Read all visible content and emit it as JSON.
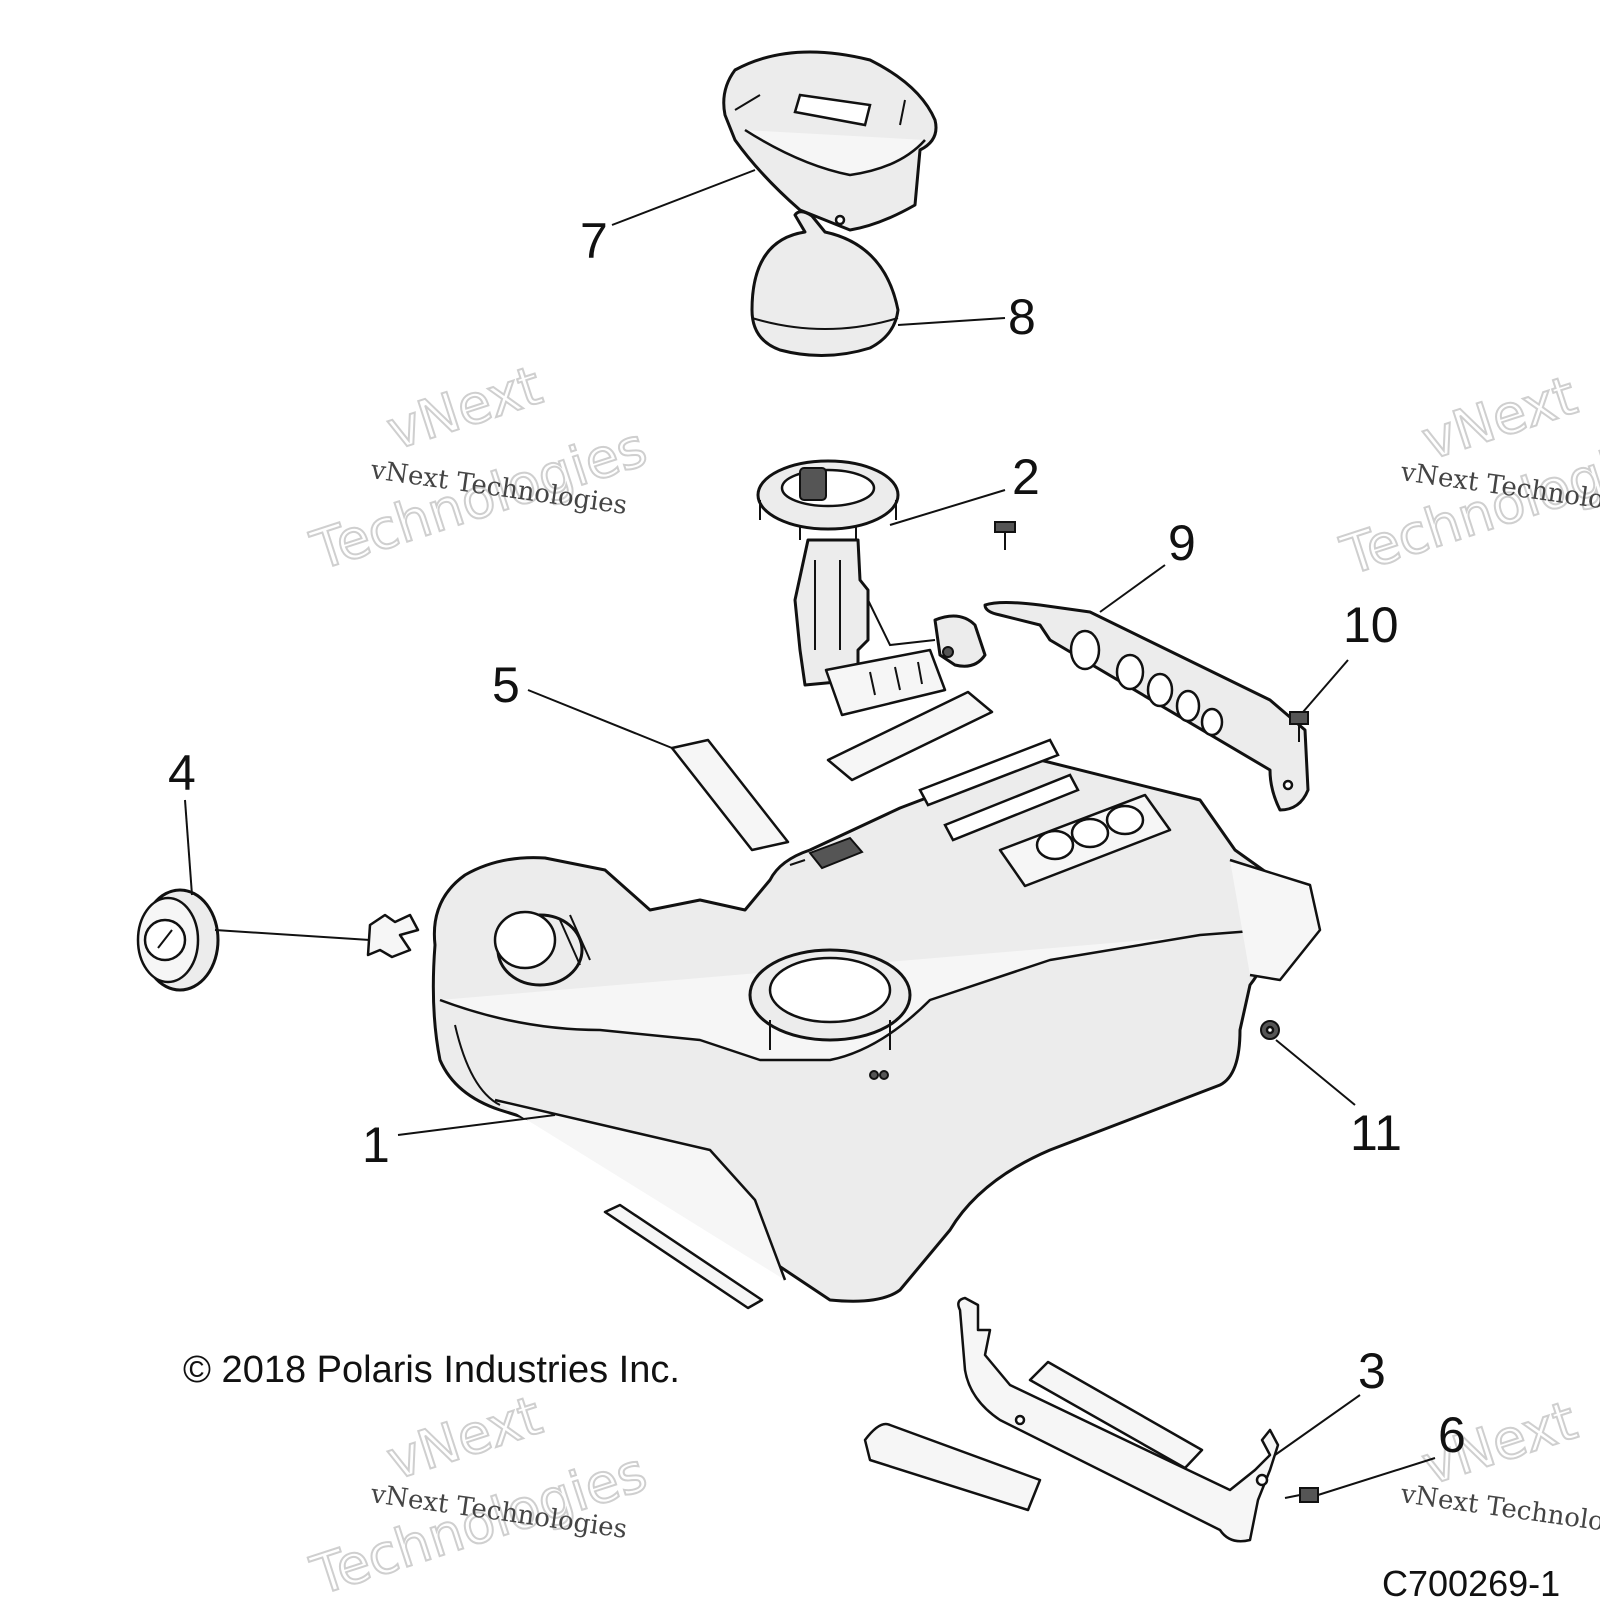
{
  "diagram": {
    "callouts": [
      {
        "id": "1",
        "label": "1"
      },
      {
        "id": "2",
        "label": "2"
      },
      {
        "id": "3",
        "label": "3"
      },
      {
        "id": "4",
        "label": "4"
      },
      {
        "id": "5",
        "label": "5"
      },
      {
        "id": "6",
        "label": "6"
      },
      {
        "id": "7",
        "label": "7"
      },
      {
        "id": "8",
        "label": "8"
      },
      {
        "id": "9",
        "label": "9"
      },
      {
        "id": "10",
        "label": "10"
      },
      {
        "id": "11",
        "label": "11"
      }
    ],
    "copyright": "© 2018 Polaris Industries Inc.",
    "figure_id": "C700269-1",
    "watermark": {
      "small_text": "vNext Technologies",
      "big_line1": "vNext",
      "big_line2": "Technologies"
    }
  }
}
